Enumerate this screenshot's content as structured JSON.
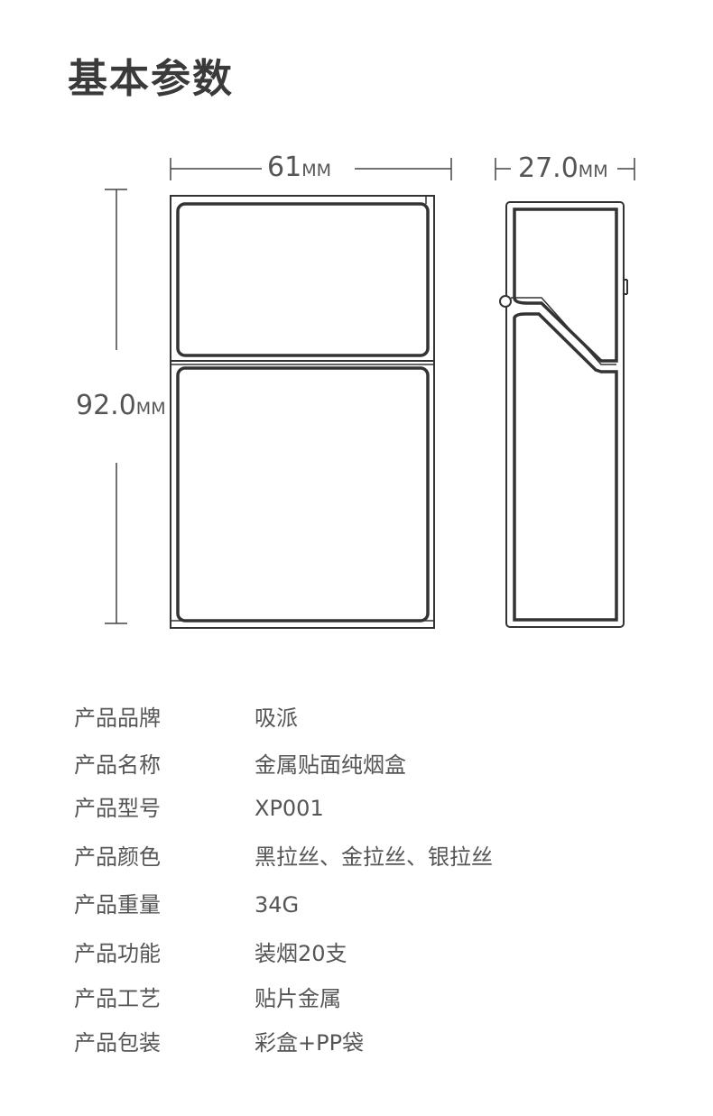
{
  "title": "基本参数",
  "dimensions": {
    "width": {
      "value": "61",
      "unit": "MM"
    },
    "depth": {
      "value": "27.0",
      "unit": "MM"
    },
    "height": {
      "value": "92.0",
      "unit": "MM"
    }
  },
  "specs": [
    {
      "label": "产品品牌",
      "value": "吸派"
    },
    {
      "label": "产品名称",
      "value": "金属贴面纯烟盒"
    },
    {
      "label": "产品型号",
      "value": "XP001"
    },
    {
      "label": "产品颜色",
      "value": "黑拉丝、金拉丝、银拉丝"
    },
    {
      "label": "产品重量",
      "value": "34G"
    },
    {
      "label": "产品功能",
      "value": "装烟20支"
    },
    {
      "label": "产品工艺",
      "value": "贴片金属"
    },
    {
      "label": "产品包装",
      "value": "彩盒+PP袋"
    }
  ]
}
